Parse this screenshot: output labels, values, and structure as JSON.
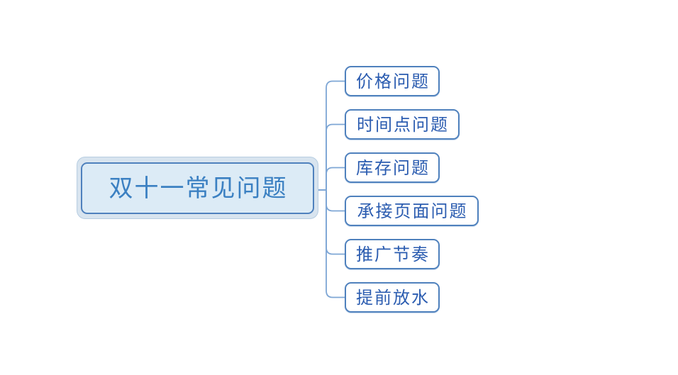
{
  "diagram": {
    "type": "mindmap",
    "background_color": "#ffffff",
    "colors": {
      "node_border": "#4f81bd",
      "root_fill": "#dcebf6",
      "root_halo_fill": "#d8e4ef",
      "root_text": "#3b80c2",
      "child_fill": "#ffffff",
      "child_text": "#2b5cb0",
      "connector": "#7ea6d5"
    }
  },
  "root": {
    "label": "双十一常见问题"
  },
  "children": [
    {
      "label": "价格问题"
    },
    {
      "label": "时间点问题"
    },
    {
      "label": "库存问题"
    },
    {
      "label": "承接页面问题"
    },
    {
      "label": "推广节奏"
    },
    {
      "label": "提前放水"
    }
  ]
}
